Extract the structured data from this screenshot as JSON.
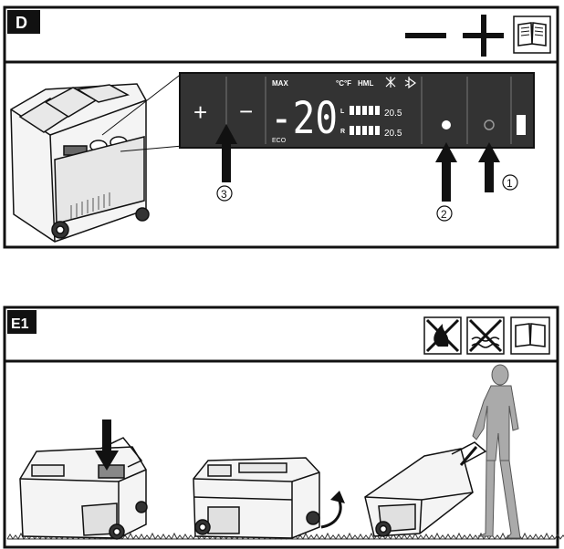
{
  "panel_d": {
    "tag": "D",
    "display": {
      "max_label": "MAX",
      "eco_label": "ECO",
      "temperature": "-20",
      "units_label": "°C°F",
      "level_label": "HML",
      "zone_left_label": "L",
      "zone_right_label": "R",
      "zone_left_value": "20.5",
      "zone_right_value": "20.5"
    },
    "buttons": {
      "plus": "+",
      "minus": "−"
    },
    "callouts": [
      "1",
      "2",
      "3"
    ]
  },
  "panel_e1": {
    "tag": "E1"
  }
}
